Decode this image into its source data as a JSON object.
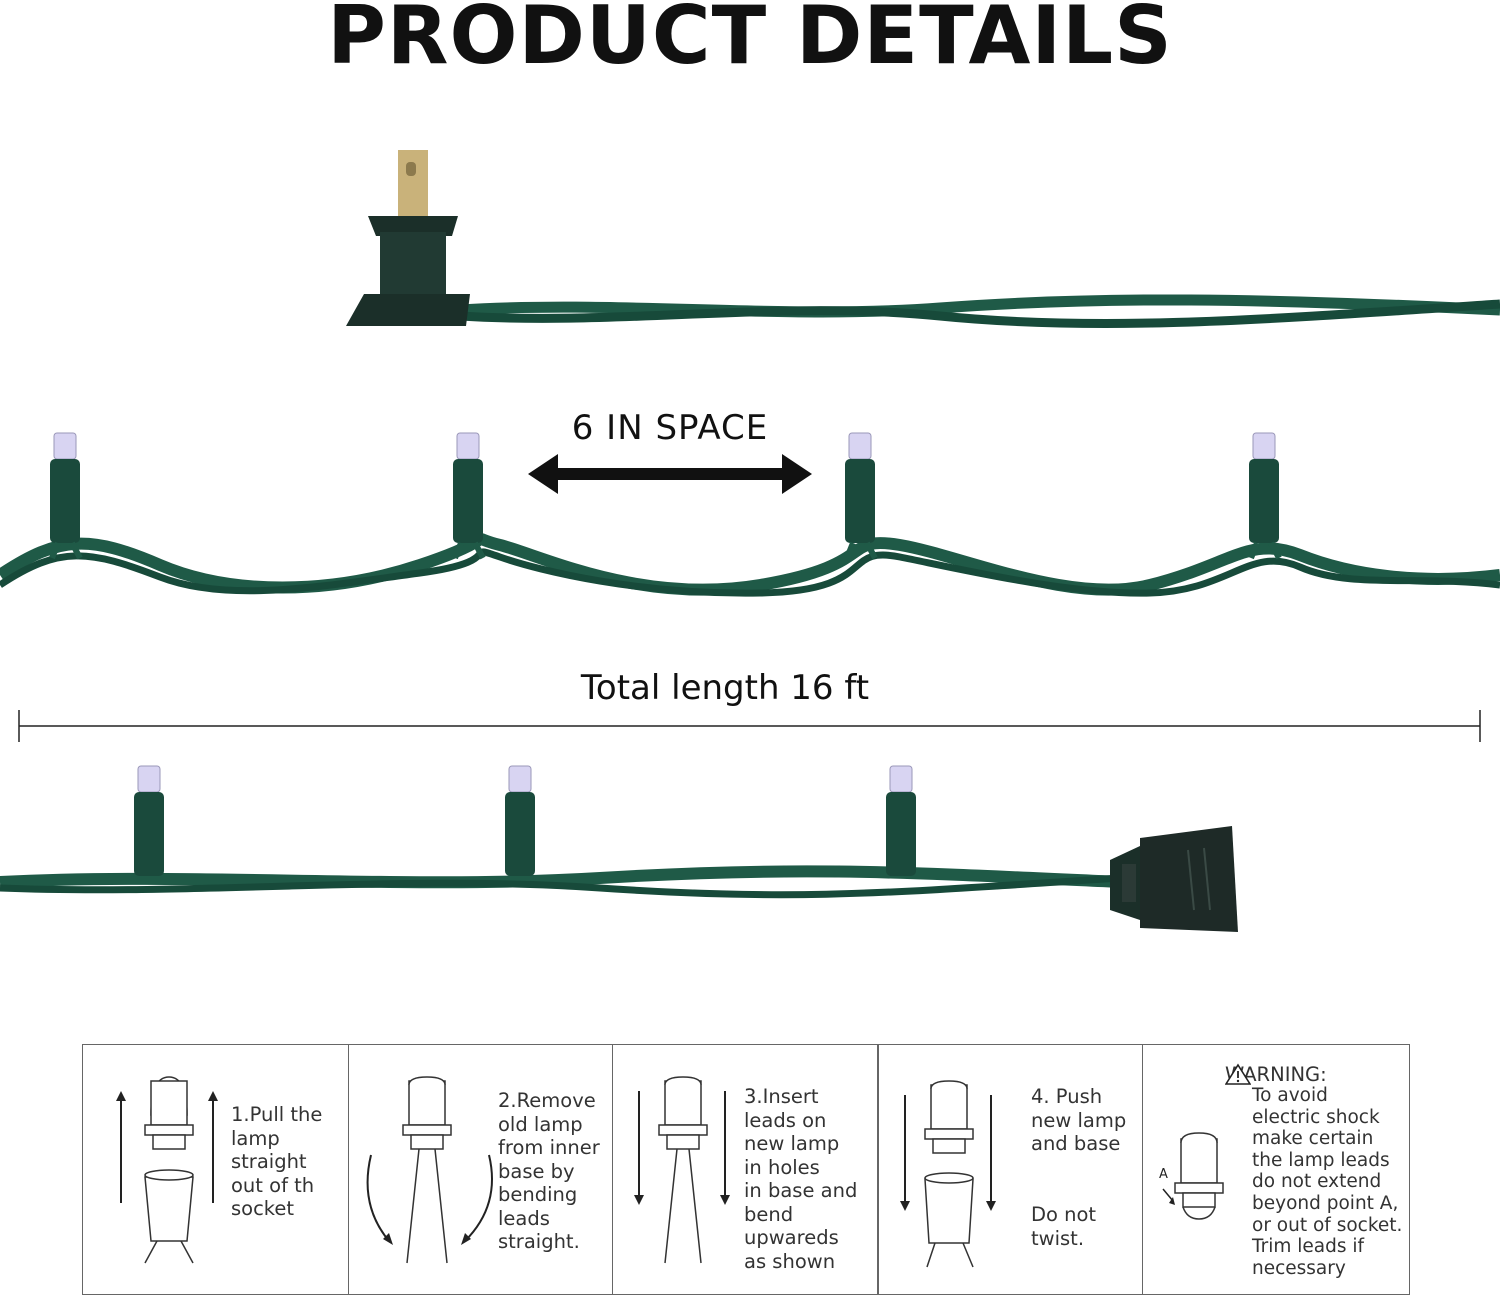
{
  "title": "PRODUCT DETAILS",
  "spacing_label": "6 IN SPACE",
  "length_label": "Total length 16 ft",
  "colors": {
    "wire": "#1f5a47",
    "wire_dark": "#123d30",
    "plug_body": "#1b2f29",
    "prong": "#c9b27a",
    "bulb_glow": "#d8d4f2"
  },
  "icons": {
    "plug": "male-plug-icon",
    "socket": "female-socket-icon",
    "bulb": "led-bulb-icon",
    "arrow": "double-arrow-icon",
    "warning": "warning-triangle-icon"
  },
  "instructions": [
    {
      "step": "1.Pull the\nlamp\nstraight\nout of th\nsocket"
    },
    {
      "step": "2.Remove\nold lamp\nfrom inner\nbase by\nbending\nleads\nstraight."
    },
    {
      "step": "3.Insert\nleads on\nnew lamp\nin holes\nin base and\nbend\nupwareds\nas shown"
    },
    {
      "step": "4. Push\nnew lamp\nand base",
      "note": "Do not\ntwist."
    },
    {
      "heading": "WARNING:",
      "point_label": "A",
      "step": "To avoid\nelectric shock\nmake certain\nthe lamp leads\ndo not extend\nbeyond point A,\nor out of socket.\nTrim leads if\nnecessary"
    }
  ]
}
